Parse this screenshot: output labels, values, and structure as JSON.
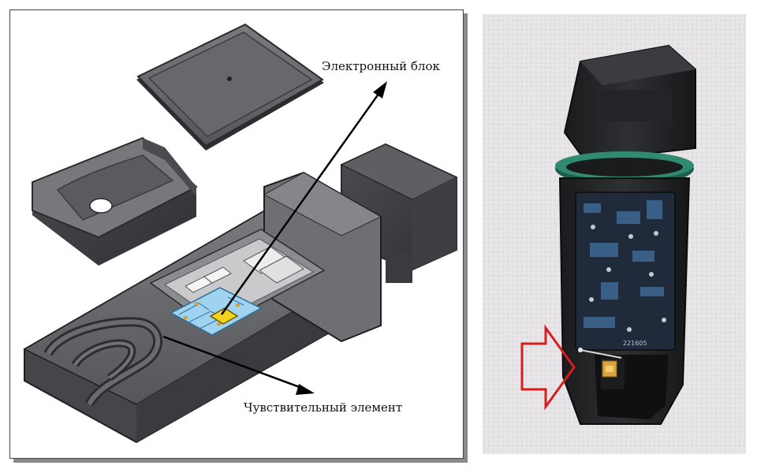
{
  "diagram": {
    "labels": {
      "electronic_unit": "Электронный блок",
      "sensing_element": "Чувствительный элемент"
    }
  },
  "photo": {
    "board_marking": "221605"
  },
  "colors": {
    "housing": "#5f6063",
    "housing_dark": "#3d3e41",
    "chip": "#f2d21c",
    "pcb": "#9fd3f0",
    "seal_ring": "#2f8a6f",
    "highlight_frame": "#d91c1c"
  }
}
